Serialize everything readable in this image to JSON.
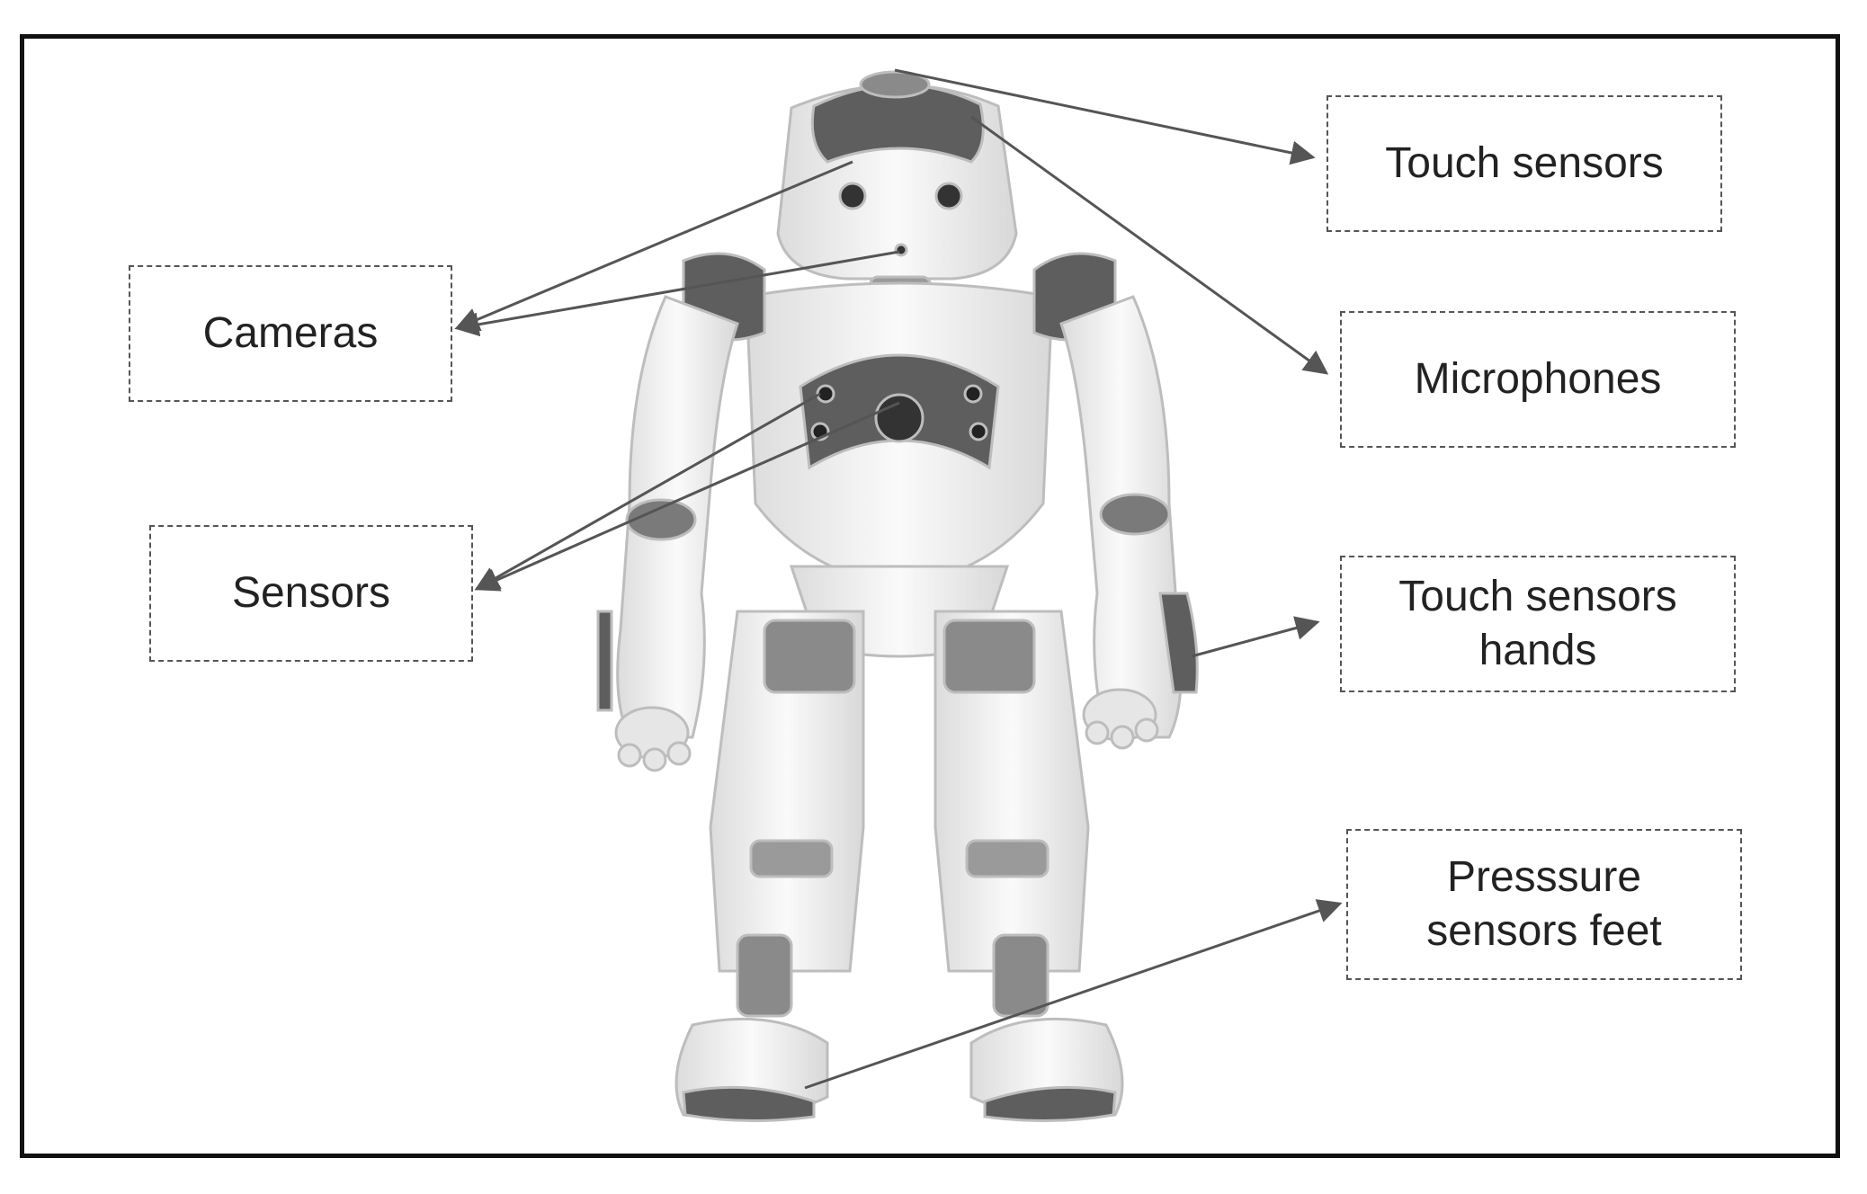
{
  "diagram": {
    "labels": {
      "touch_sensors": "Touch sensors",
      "microphones": "Microphones",
      "cameras": "Cameras",
      "sensors": "Sensors",
      "touch_sensors_hands": "Touch sensors\nhands",
      "pressure_sensors_feet": "Presssure\nsensors feet"
    },
    "colors": {
      "frame": "#111111",
      "robot_white": "#f2f2f2",
      "robot_gray": "#5e5e5e",
      "arrow": "#555555",
      "text": "#222222"
    }
  }
}
